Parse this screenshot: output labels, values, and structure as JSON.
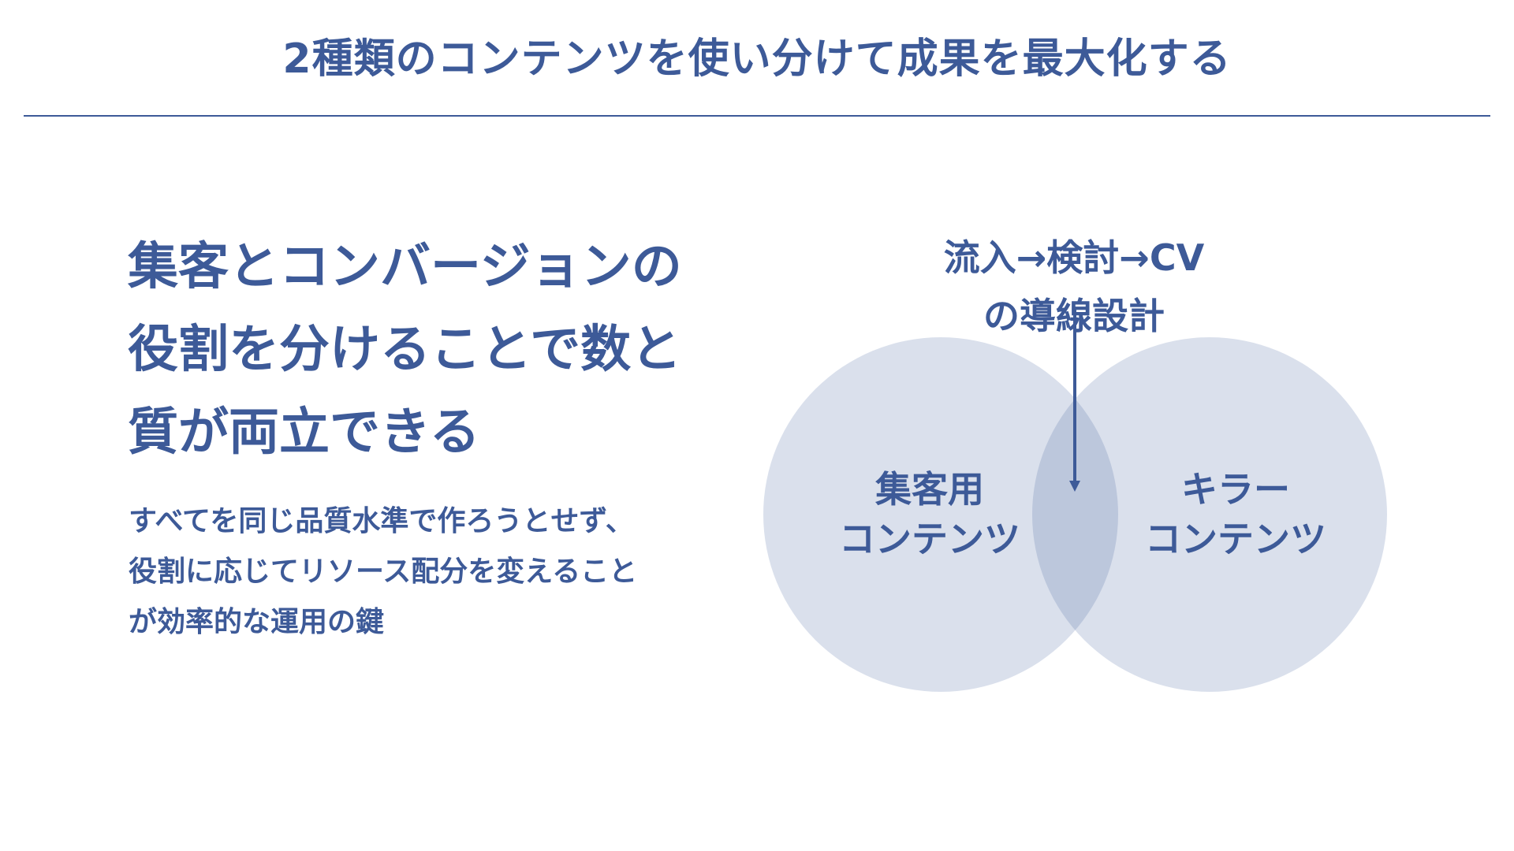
{
  "slide": {
    "title": "2種類のコンテンツを使い分けて成果を最大化する",
    "colors": {
      "primary": "#3d5a98",
      "circle_fill": "#d9dfea",
      "circle_overlap": "#b8c3da",
      "background": "#ffffff"
    }
  },
  "left_panel": {
    "heading_lines": [
      "集客とコンバージョンの",
      "役割を分けることで数と",
      "質が両立できる"
    ],
    "body_lines": [
      "すべてを同じ品質水準で作ろうとせず、",
      "役割に応じてリソース配分を変えること",
      "が効率的な運用の鍵"
    ]
  },
  "venn": {
    "flow_label_lines": [
      "流入→検討→CV",
      "の導線設計"
    ],
    "arrow_icon": "down-arrow",
    "left_circle": {
      "label_lines": [
        "集客用",
        "コンテンツ"
      ]
    },
    "right_circle": {
      "label_lines": [
        "キラー",
        "コンテンツ"
      ]
    }
  }
}
